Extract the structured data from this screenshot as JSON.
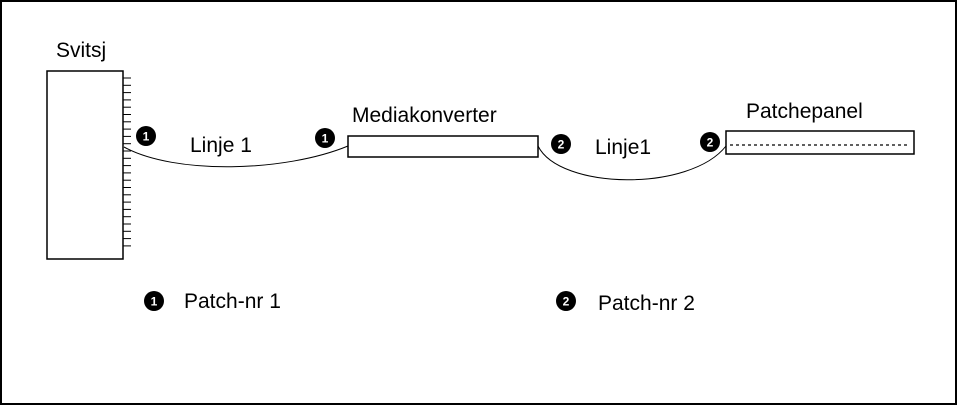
{
  "diagram": {
    "switch_label": "Svitsj",
    "converter_label": "Mediakonverter",
    "patchpanel_label": "Patchepanel",
    "line_left_label": "Linje 1",
    "line_right_label": "Linje1",
    "marker_1": "1",
    "marker_2": "2"
  },
  "legend": {
    "item1": {
      "marker": "1",
      "text": "Patch-nr 1"
    },
    "item2": {
      "marker": "2",
      "text": "Patch-nr 2"
    }
  }
}
